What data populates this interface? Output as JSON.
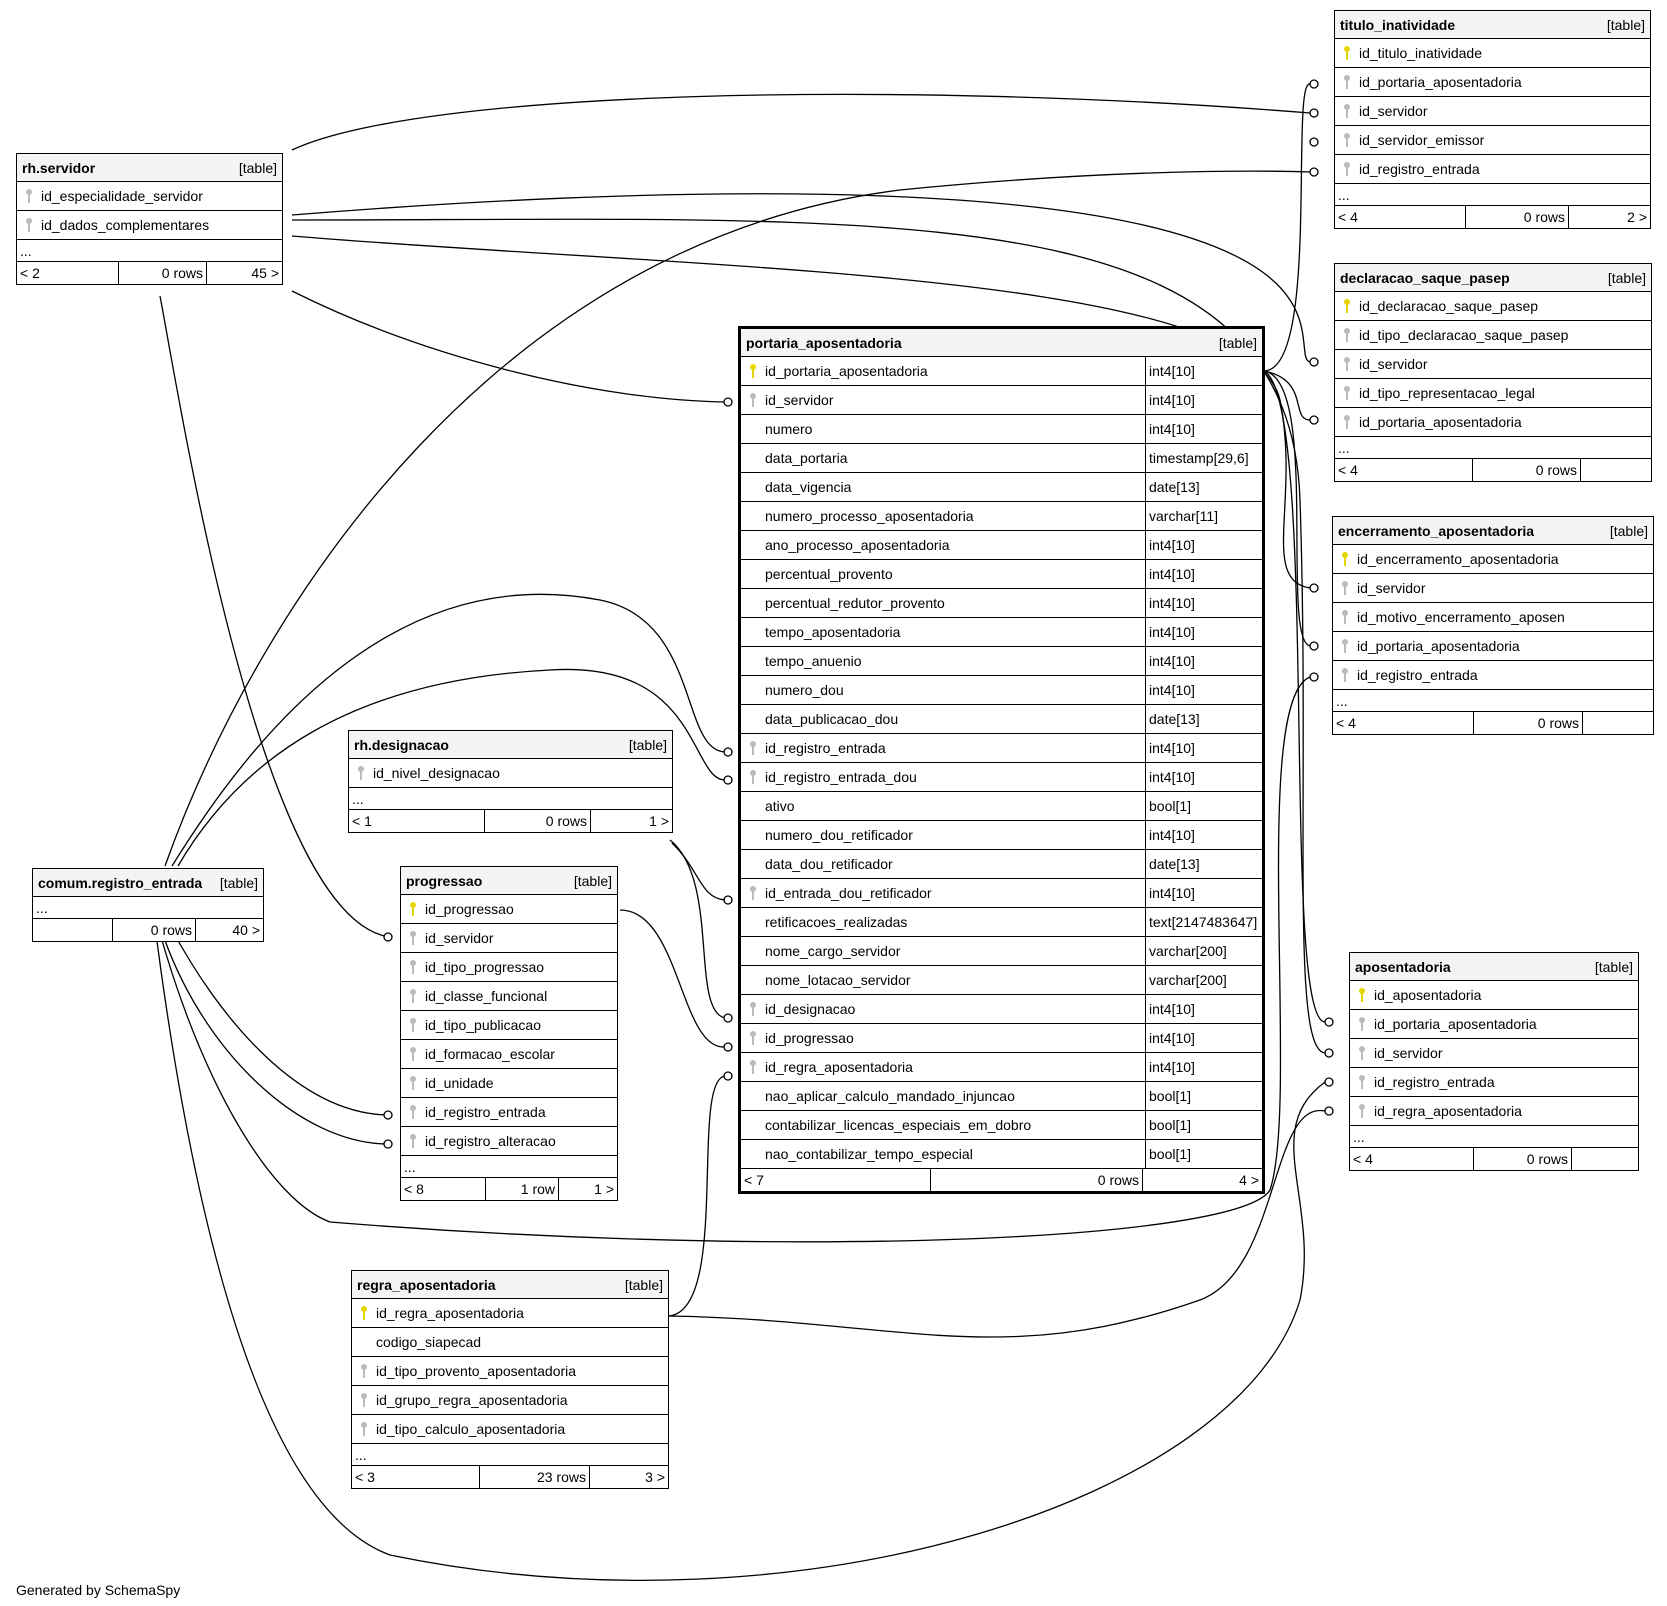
{
  "footer": "Generated by SchemaSpy",
  "tables": {
    "rh_servidor": {
      "name": "rh.servidor",
      "type": "[table]",
      "columns": [
        "id_especialidade_servidor",
        "id_dados_complementares"
      ],
      "ellipsis": "...",
      "foot": [
        "< 2",
        "0 rows",
        "45 >"
      ]
    },
    "titulo_inatividade": {
      "name": "titulo_inatividade",
      "type": "[table]",
      "columns": [
        "id_titulo_inatividade",
        "id_portaria_aposentadoria",
        "id_servidor",
        "id_servidor_emissor",
        "id_registro_entrada"
      ],
      "ellipsis": "...",
      "foot": [
        "< 4",
        "0 rows",
        "2 >"
      ]
    },
    "declaracao_saque_pasep": {
      "name": "declaracao_saque_pasep",
      "type": "[table]",
      "columns": [
        "id_declaracao_saque_pasep",
        "id_tipo_declaracao_saque_pasep",
        "id_servidor",
        "id_tipo_representacao_legal",
        "id_portaria_aposentadoria"
      ],
      "ellipsis": "...",
      "foot": [
        "< 4",
        "0 rows",
        ""
      ]
    },
    "encerramento_aposentadoria": {
      "name": "encerramento_aposentadoria",
      "type": "[table]",
      "columns": [
        "id_encerramento_aposentadoria",
        "id_servidor",
        "id_motivo_encerramento_aposen",
        "id_portaria_aposentadoria",
        "id_registro_entrada"
      ],
      "ellipsis": "...",
      "foot": [
        "< 4",
        "0 rows",
        ""
      ]
    },
    "aposentadoria": {
      "name": "aposentadoria",
      "type": "[table]",
      "columns": [
        "id_aposentadoria",
        "id_portaria_aposentadoria",
        "id_servidor",
        "id_registro_entrada",
        "id_regra_aposentadoria"
      ],
      "ellipsis": "...",
      "foot": [
        "< 4",
        "0 rows",
        ""
      ]
    },
    "rh_designacao": {
      "name": "rh.designacao",
      "type": "[table]",
      "columns": [
        "id_nivel_designacao"
      ],
      "ellipsis": "...",
      "foot": [
        "< 1",
        "0 rows",
        "1 >"
      ]
    },
    "comum_registro_entrada": {
      "name": "comum.registro_entrada",
      "type": "[table]",
      "columns": [],
      "ellipsis": "...",
      "foot": [
        "",
        "0 rows",
        "40 >"
      ]
    },
    "progressao": {
      "name": "progressao",
      "type": "[table]",
      "columns": [
        "id_progressao",
        "id_servidor",
        "id_tipo_progressao",
        "id_classe_funcional",
        "id_tipo_publicacao",
        "id_formacao_escolar",
        "id_unidade",
        "id_registro_entrada",
        "id_registro_alteracao"
      ],
      "ellipsis": "...",
      "foot": [
        "< 8",
        "1 row",
        "1 >"
      ]
    },
    "regra_aposentadoria": {
      "name": "regra_aposentadoria",
      "type": "[table]",
      "columns": [
        "id_regra_aposentadoria",
        "codigo_siapecad",
        "id_tipo_provento_aposentadoria",
        "id_grupo_regra_aposentadoria",
        "id_tipo_calculo_aposentadoria"
      ],
      "ellipsis": "...",
      "foot": [
        "< 3",
        "23 rows",
        "3 >"
      ]
    },
    "portaria_aposentadoria": {
      "name": "portaria_aposentadoria",
      "type": "[table]",
      "ellipsis": "",
      "foot": [
        "< 7",
        "0 rows",
        "4 >"
      ],
      "columns": [
        {
          "name": "id_portaria_aposentadoria",
          "type": "int4[10]"
        },
        {
          "name": "id_servidor",
          "type": "int4[10]"
        },
        {
          "name": "numero",
          "type": "int4[10]"
        },
        {
          "name": "data_portaria",
          "type": "timestamp[29,6]"
        },
        {
          "name": "data_vigencia",
          "type": "date[13]"
        },
        {
          "name": "numero_processo_aposentadoria",
          "type": "varchar[11]"
        },
        {
          "name": "ano_processo_aposentadoria",
          "type": "int4[10]"
        },
        {
          "name": "percentual_provento",
          "type": "int4[10]"
        },
        {
          "name": "percentual_redutor_provento",
          "type": "int4[10]"
        },
        {
          "name": "tempo_aposentadoria",
          "type": "int4[10]"
        },
        {
          "name": "tempo_anuenio",
          "type": "int4[10]"
        },
        {
          "name": "numero_dou",
          "type": "int4[10]"
        },
        {
          "name": "data_publicacao_dou",
          "type": "date[13]"
        },
        {
          "name": "id_registro_entrada",
          "type": "int4[10]"
        },
        {
          "name": "id_registro_entrada_dou",
          "type": "int4[10]"
        },
        {
          "name": "ativo",
          "type": "bool[1]"
        },
        {
          "name": "numero_dou_retificador",
          "type": "int4[10]"
        },
        {
          "name": "data_dou_retificador",
          "type": "date[13]"
        },
        {
          "name": "id_entrada_dou_retificador",
          "type": "int4[10]"
        },
        {
          "name": "retificacoes_realizadas",
          "type": "text[2147483647]"
        },
        {
          "name": "nome_cargo_servidor",
          "type": "varchar[200]"
        },
        {
          "name": "nome_lotacao_servidor",
          "type": "varchar[200]"
        },
        {
          "name": "id_designacao",
          "type": "int4[10]"
        },
        {
          "name": "id_progressao",
          "type": "int4[10]"
        },
        {
          "name": "id_regra_aposentadoria",
          "type": "int4[10]"
        },
        {
          "name": "nao_aplicar_calculo_mandado_injuncao",
          "type": "bool[1]"
        },
        {
          "name": "contabilizar_licencas_especiais_em_dobro",
          "type": "bool[1]"
        },
        {
          "name": "nao_contabilizar_tempo_especial",
          "type": "bool[1]"
        }
      ]
    }
  }
}
